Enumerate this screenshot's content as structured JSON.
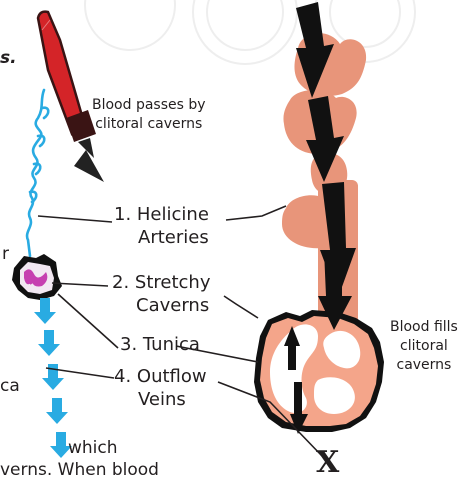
{
  "labels": {
    "blood_passes": [
      "Blood passes by",
      "clitoral caverns"
    ],
    "helicine": [
      "1. Helicine",
      "Arteries"
    ],
    "stretchy": [
      "2. Stretchy",
      "Caverns"
    ],
    "tunica": "3. Tunica",
    "outflow": [
      "4. Outflow",
      "Veins"
    ],
    "blood_fills": [
      "Blood fills",
      "clitoral",
      "caverns"
    ],
    "x_mark": "X"
  },
  "cut_off_text": {
    "top_left": "s.",
    "left_r": "r",
    "left_ca": "ca",
    "bottom_line1": "which",
    "bottom_line2": "verns. When blood"
  },
  "colors": {
    "artery_red": "#d42428",
    "artery_dark": "#3a1414",
    "vessel_blue": "#29abe2",
    "cavern_pink": "#e8957a",
    "tunica_fill": "#f4a58a",
    "arrow_black": "#111111"
  }
}
